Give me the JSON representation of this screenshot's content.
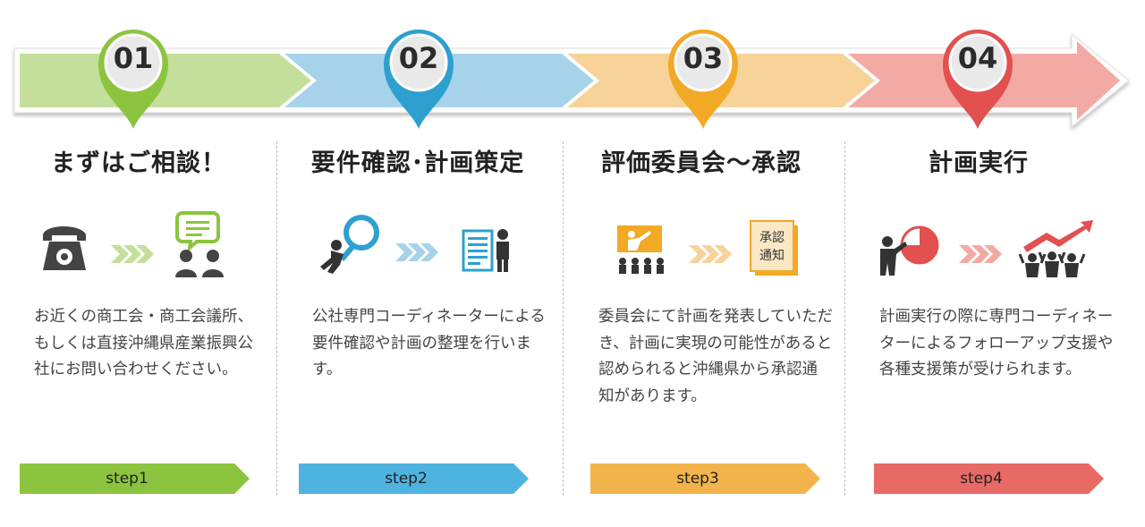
{
  "steps": [
    {
      "number": "01",
      "title": "まずはご相談！",
      "description": "お近くの商工会・商工会議所、もしくは直接沖縄県産業振興公社にお問い合わせください。",
      "step_label": "step1",
      "color": "#8cc43f",
      "band_color": "#c4df9b",
      "icons": [
        "telephone-icon",
        "chevrons-icon",
        "consultation-icon"
      ]
    },
    {
      "number": "02",
      "title": "要件確認･計画策定",
      "description": "公社専門コーディネーターによる要件確認や計画の整理を行います。",
      "step_label": "step2",
      "color": "#2ea0cf",
      "band_color": "#a6d2ea",
      "icons": [
        "magnifier-person-icon",
        "chevrons-icon",
        "document-person-icon"
      ]
    },
    {
      "number": "03",
      "title": "評価委員会～承認",
      "description": "委員会にて計画を発表していただき、計画に実現の可能性があると認められると沖縄県から承認通知があります。",
      "step_label": "step3",
      "color": "#f2a925",
      "band_color": "#f7d39a",
      "icons": [
        "presentation-icon",
        "chevrons-icon",
        "approval-notice-icon"
      ],
      "notice_text": [
        "承認",
        "通知"
      ]
    },
    {
      "number": "04",
      "title": "計画実行",
      "description": "計画実行の際に専門コーディネーターによるフォローアップ支援や各種支援策が受けられます。",
      "step_label": "step4",
      "color": "#e2504f",
      "band_color": "#f4aaa4",
      "icons": [
        "chart-presenter-icon",
        "chevrons-icon",
        "team-growth-icon"
      ]
    }
  ]
}
